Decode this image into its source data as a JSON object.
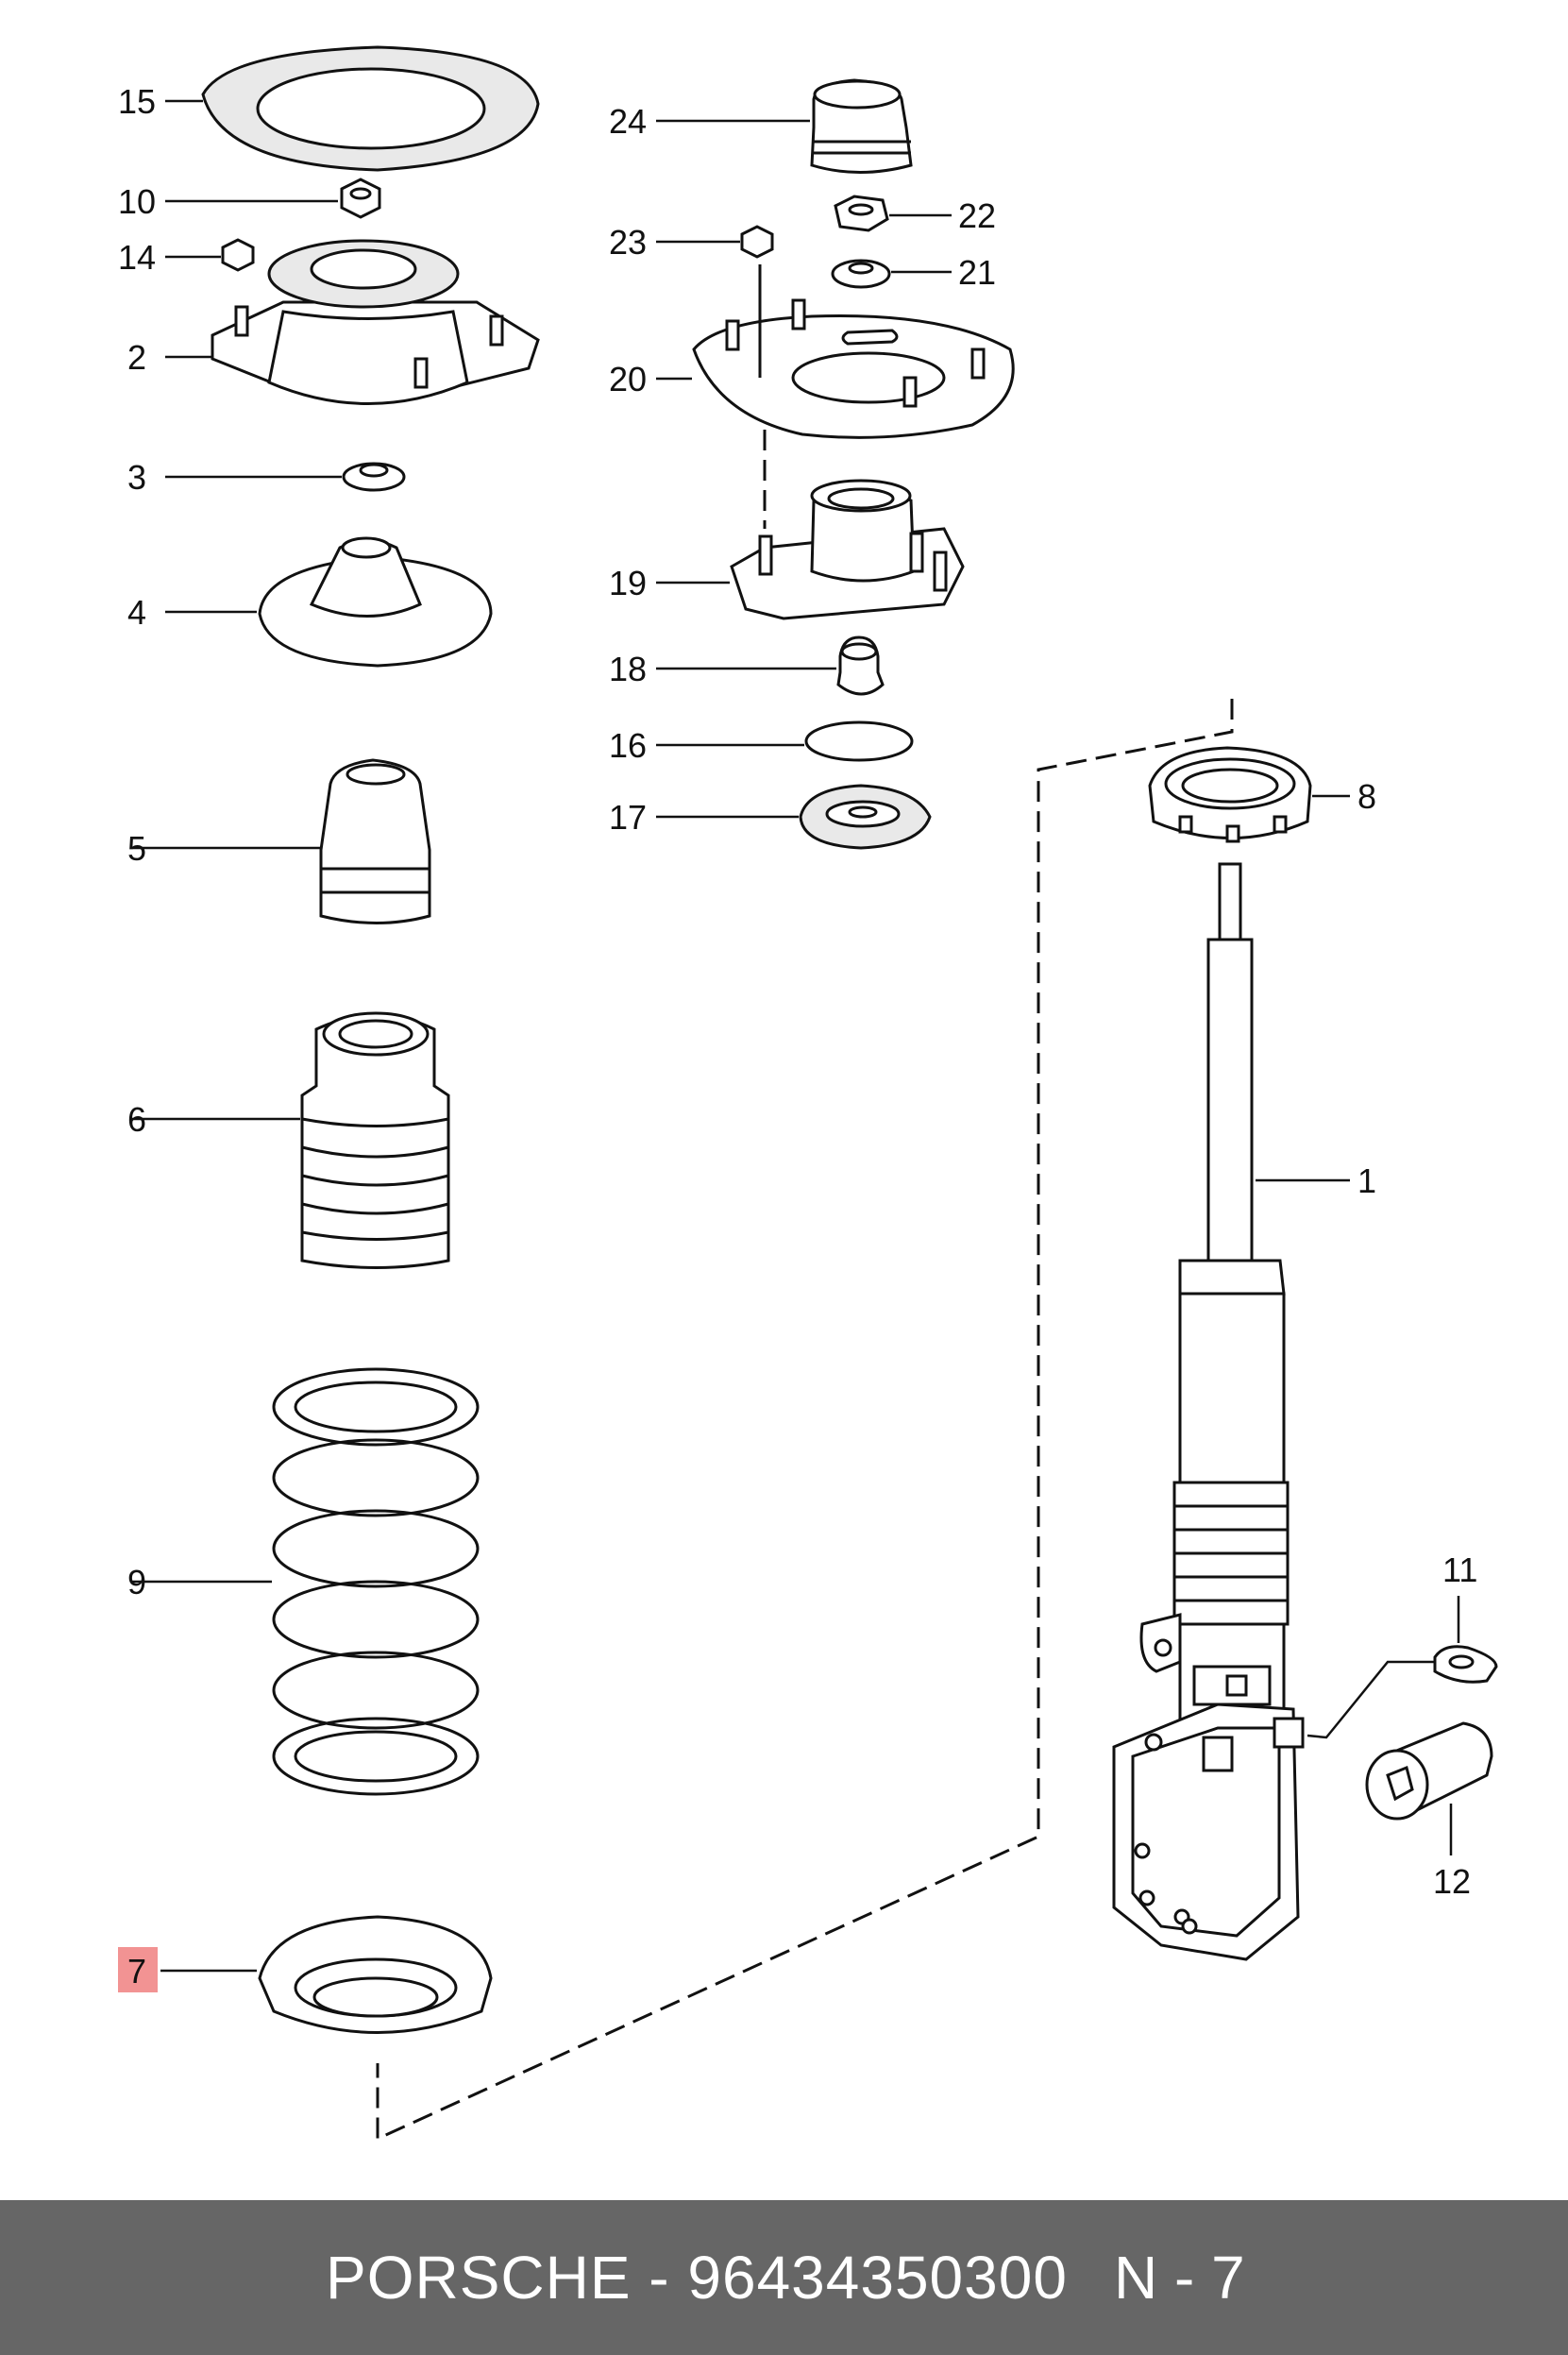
{
  "labels": {
    "p1": "1",
    "p2": "2",
    "p3": "3",
    "p4": "4",
    "p5": "5",
    "p6": "6",
    "p7": "7",
    "p8": "8",
    "p9": "9",
    "p10": "10",
    "p11": "11",
    "p12": "12",
    "p14": "14",
    "p15": "15",
    "p16": "16",
    "p17": "17",
    "p18": "18",
    "p19": "19",
    "p20": "20",
    "p21": "21",
    "p22": "22",
    "p23": "23",
    "p24": "24"
  },
  "highlight_color": "#f08080",
  "footer": {
    "brand_part": "PORSCHE - 96434350300",
    "position": "N - 7",
    "background": "#666666"
  }
}
